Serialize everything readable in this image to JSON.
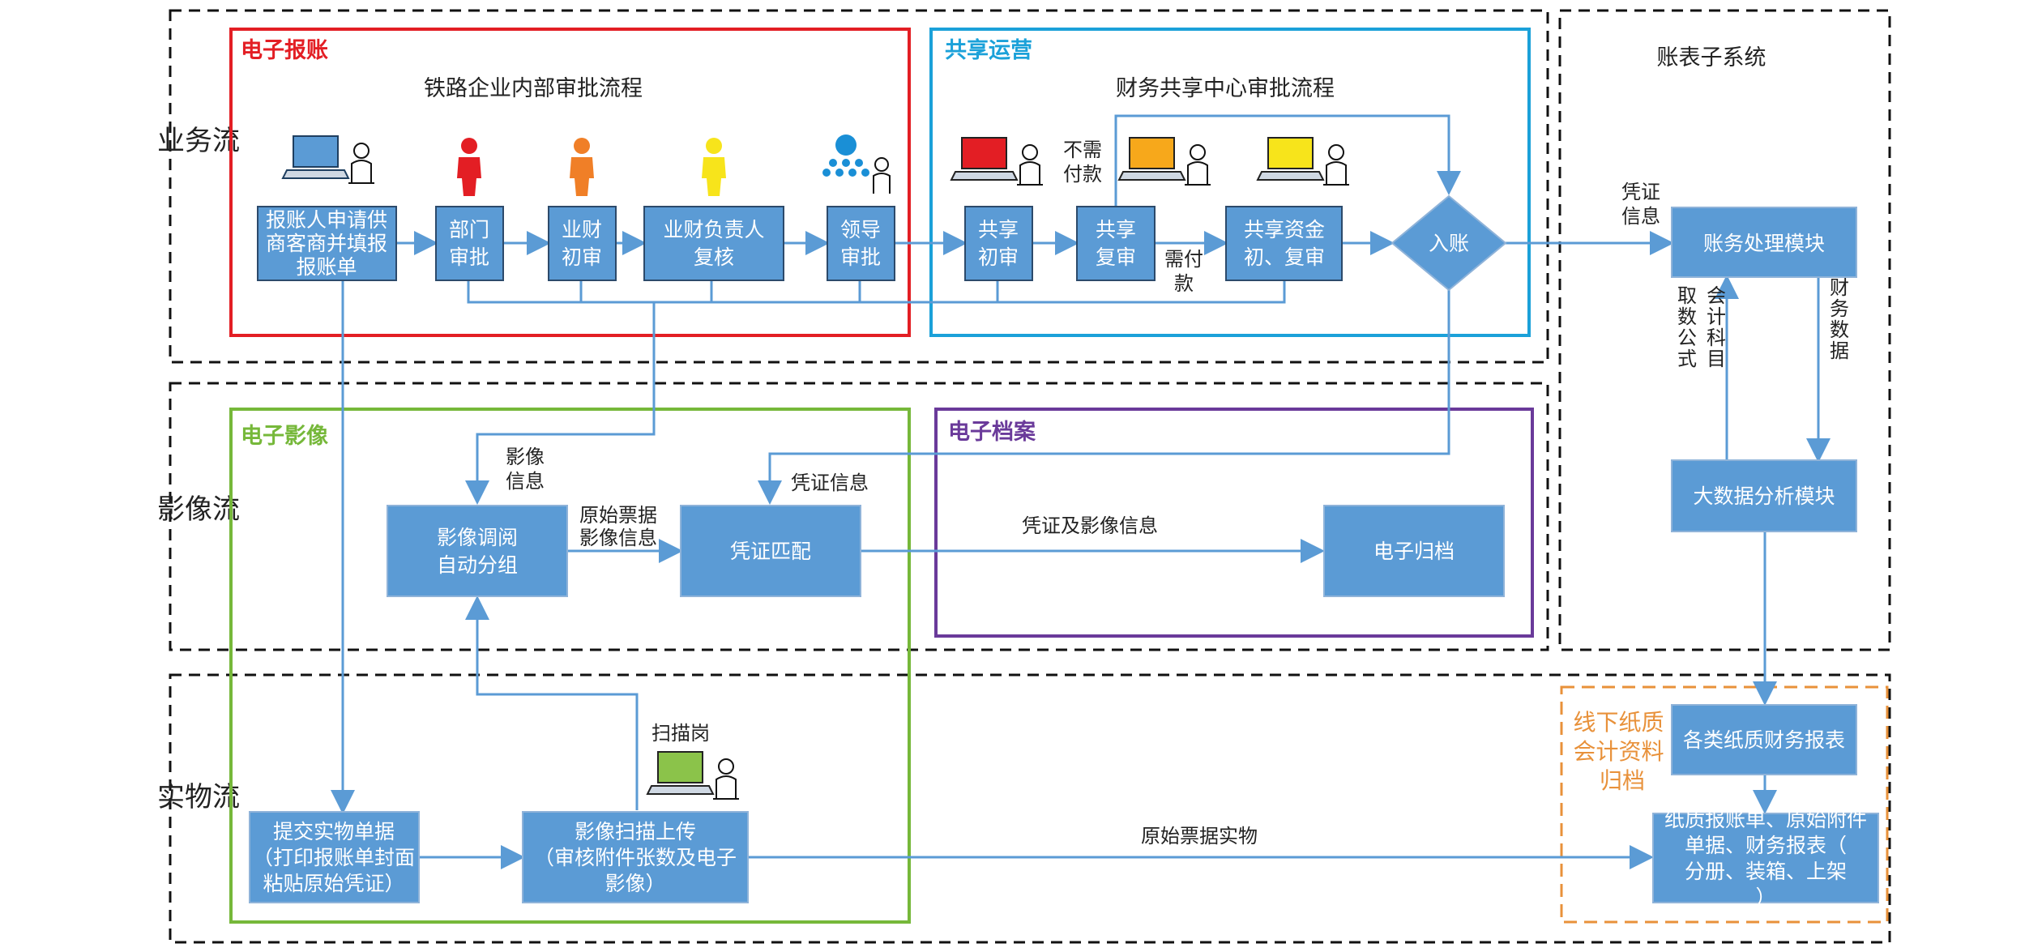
{
  "lanes": {
    "business": "业务流",
    "image": "影像流",
    "physical": "实物流"
  },
  "regions": {
    "e_reimburse": {
      "title": "电子报账",
      "subtitle": "铁路企业内部审批流程",
      "color": "#e31e24"
    },
    "shared_ops": {
      "title": "共享运营",
      "subtitle": "财务共享中心审批流程",
      "color": "#1ba1d9"
    },
    "e_image": {
      "title": "电子影像",
      "color": "#76b83a"
    },
    "e_archive": {
      "title": "电子档案",
      "color": "#6a3a9a"
    },
    "ledger": {
      "title": "账表子系统"
    },
    "offline": {
      "title": "线下纸质会计资料归档",
      "color": "#e8913a"
    }
  },
  "nodes": {
    "applicant": "报账人申请供商客商并填报报账单",
    "dept": "部门审批",
    "fin_first": "业财初审",
    "fin_lead": "业财负责人复核",
    "leader": "领导审批",
    "share_first": "共享初审",
    "share_review": "共享复审",
    "fund_review": "共享资金初、复审",
    "post": "入账",
    "ledger_proc": "账务处理模块",
    "bigdata": "大数据分析模块",
    "img_group": "影像调阅自动分组",
    "voucher_match": "凭证匹配",
    "e_archive_node": "电子归档",
    "submit_physical": "提交实物单据（打印报账单封面粘贴原始凭证）",
    "scan_upload": "影像扫描上传（审核附件张数及电子影像）",
    "paper_reports": "各类纸质财务报表",
    "paper_archive": "纸质报账单、原始附件单据、财务报表（分册、装箱、上架）"
  },
  "edge_labels": {
    "no_payment": "不需付款",
    "need_payment": "需付款",
    "voucher_info": "凭证信息",
    "account_formula": "会计科目取数公式",
    "fin_data": "财务数据",
    "image_info": "影像信息",
    "voucher_info2": "凭证信息",
    "orig_img_info": "原始票据影像信息",
    "voucher_img_info": "凭证及影像信息",
    "scan_post": "扫描岗",
    "orig_physical": "原始票据实物"
  },
  "icons": {
    "laptop_blue": "#5b9bd5",
    "person_red": "#e31e24",
    "person_orange": "#f07f27",
    "person_yellow": "#f7e41b",
    "group_blue": "#1a8fd6",
    "laptop_red": "#e31e24",
    "laptop_orange": "#f7a81b",
    "laptop_yellow": "#f7e41b",
    "laptop_green": "#8bc34a"
  }
}
